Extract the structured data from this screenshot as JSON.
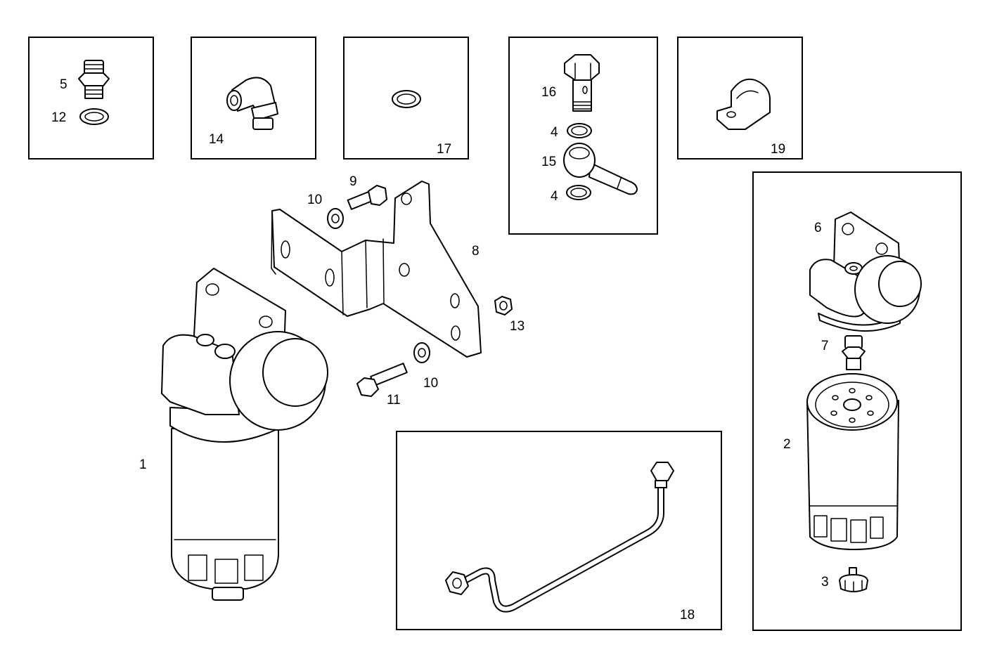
{
  "labels": {
    "l1": "1",
    "l2": "2",
    "l3": "3",
    "l4a": "4",
    "l4b": "4",
    "l5": "5",
    "l6": "6",
    "l7": "7",
    "l8": "8",
    "l9": "9",
    "l10a": "10",
    "l10b": "10",
    "l11": "11",
    "l12": "12",
    "l13": "13",
    "l14": "14",
    "l15": "15",
    "l16": "16",
    "l17": "17",
    "l18": "18",
    "l19": "19"
  }
}
